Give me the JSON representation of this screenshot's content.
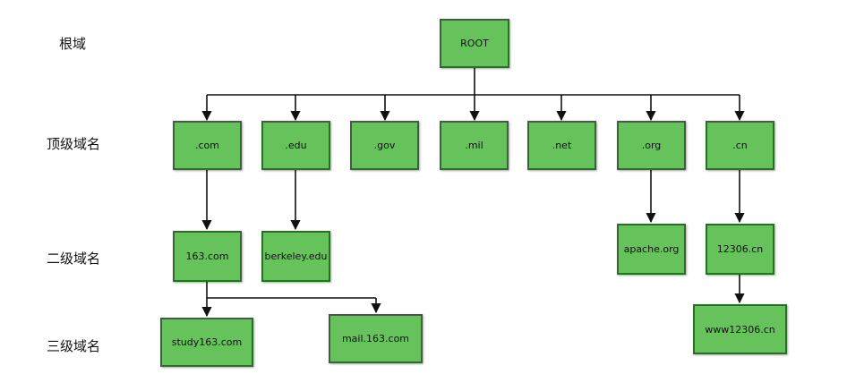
{
  "levels": {
    "root": "根域",
    "top": "顶级域名",
    "second": "二级域名",
    "third": "三级域名"
  },
  "nodes": {
    "root": "ROOT",
    "com": ".com",
    "edu": ".edu",
    "gov": ".gov",
    "mil": ".mil",
    "net": ".net",
    "org": ".org",
    "cn": ".cn",
    "n163": "163.com",
    "berkeley": "berkeley.edu",
    "apache": "apache.org",
    "n12306": "12306.cn",
    "study163": "study163.com",
    "mail163": "mail.163.com",
    "www12306": "www12306.cn"
  },
  "colors": {
    "node_fill": "#66c35c",
    "node_border": "#2f6b2a",
    "connector": "#111111"
  }
}
